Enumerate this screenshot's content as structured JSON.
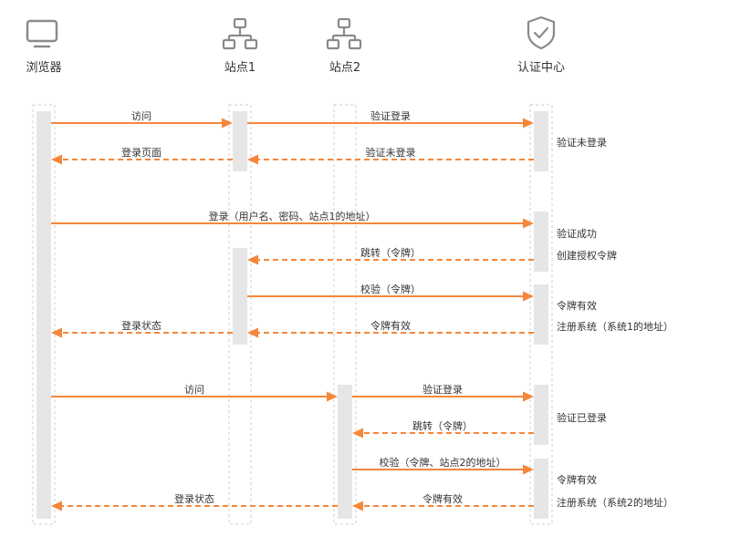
{
  "colors": {
    "arrow": "#f5873a",
    "activation": "#e6e6e6",
    "lifeline_border": "#cfcfcf",
    "icon": "#8a8a8a"
  },
  "actors": [
    {
      "id": "browser",
      "label": "浏览器",
      "icon": "monitor-icon"
    },
    {
      "id": "site1",
      "label": "站点1",
      "icon": "network-icon"
    },
    {
      "id": "site2",
      "label": "站点2",
      "icon": "network-icon"
    },
    {
      "id": "auth",
      "label": "认证中心",
      "icon": "shield-check-icon"
    }
  ],
  "messages": [
    {
      "from": "browser",
      "to": "site1",
      "label": "访问",
      "style": "solid"
    },
    {
      "from": "site1",
      "to": "auth",
      "label": "验证登录",
      "style": "solid"
    },
    {
      "from": "auth",
      "to": "site1",
      "label": "验证未登录",
      "style": "dashed"
    },
    {
      "from": "site1",
      "to": "browser",
      "label": "登录页面",
      "style": "dashed"
    },
    {
      "from": "browser",
      "to": "auth",
      "label": "登录（用户名、密码、站点1的地址）",
      "style": "solid"
    },
    {
      "from": "auth",
      "to": "site1",
      "label": "跳转（令牌）",
      "style": "dashed"
    },
    {
      "from": "site1",
      "to": "auth",
      "label": "校验（令牌）",
      "style": "solid"
    },
    {
      "from": "auth",
      "to": "site1",
      "label": "令牌有效",
      "style": "dashed"
    },
    {
      "from": "site1",
      "to": "browser",
      "label": "登录状态",
      "style": "dashed"
    },
    {
      "from": "browser",
      "to": "site2",
      "label": "访问",
      "style": "solid"
    },
    {
      "from": "site2",
      "to": "auth",
      "label": "验证登录",
      "style": "solid"
    },
    {
      "from": "auth",
      "to": "site2",
      "label": "跳转（令牌）",
      "style": "dashed"
    },
    {
      "from": "site2",
      "to": "auth",
      "label": "校验（令牌、站点2的地址）",
      "style": "solid"
    },
    {
      "from": "auth",
      "to": "site2",
      "label": "令牌有效",
      "style": "dashed"
    },
    {
      "from": "site2",
      "to": "browser",
      "label": "登录状态",
      "style": "dashed"
    }
  ],
  "notes": [
    {
      "lines": [
        "验证未登录"
      ]
    },
    {
      "lines": [
        "验证成功",
        "创建授权令牌"
      ]
    },
    {
      "lines": [
        "令牌有效",
        "注册系统（系统1的地址）"
      ]
    },
    {
      "lines": [
        "验证已登录"
      ]
    },
    {
      "lines": [
        "令牌有效",
        "注册系统（系统2的地址）"
      ]
    }
  ]
}
